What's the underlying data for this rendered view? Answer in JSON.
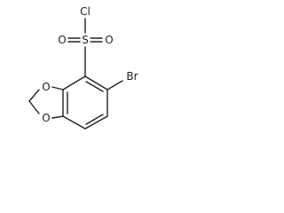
{
  "molecule": {
    "atoms": {
      "cl": "Cl",
      "s": "S",
      "o_sulfonyl_left": "O",
      "o_sulfonyl_right": "O",
      "br": "Br",
      "o_ring_upper": "O",
      "o_ring_lower": "O"
    }
  }
}
